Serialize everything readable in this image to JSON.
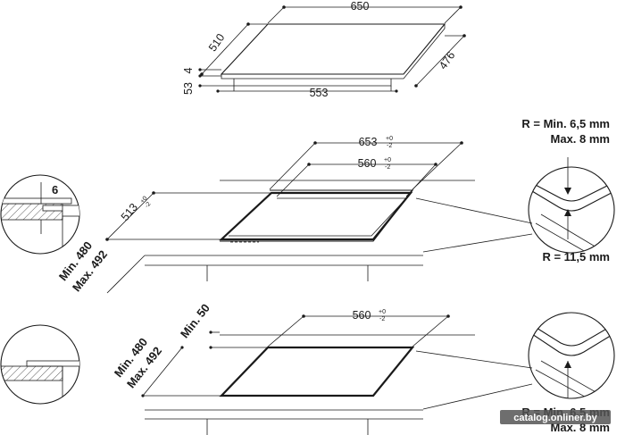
{
  "hob_top_view": {
    "width": "650",
    "depth": "510",
    "glass_thickness": "4",
    "body_height": "53",
    "body_width": "553",
    "body_depth": "476"
  },
  "flush_install": {
    "outer_width": "653",
    "outer_width_tol": "+0",
    "outer_width_tol2": "-2",
    "inner_width": "560",
    "inner_width_tol": "+0",
    "inner_width_tol2": "-2",
    "depth": "513",
    "depth_tol": "+0",
    "depth_tol2": "-2",
    "worktop_min": "Min. 480",
    "worktop_max": "Max. 492",
    "recess_depth": "6",
    "radius_inner_min": "R = Min. 6,5 mm",
    "radius_inner_max": "Max. 8 mm",
    "radius_outer": "R = 11,5 mm"
  },
  "standard_install": {
    "cutout_width": "560",
    "cutout_width_tol": "+0",
    "cutout_width_tol2": "-2",
    "min_edge": "Min. 50",
    "worktop_min": "Min. 480",
    "worktop_max": "Max. 492",
    "radius_min": "R = Min. 6,5 mm",
    "radius_max": "Max. 8 mm"
  },
  "watermark": "catalog.onliner.by"
}
